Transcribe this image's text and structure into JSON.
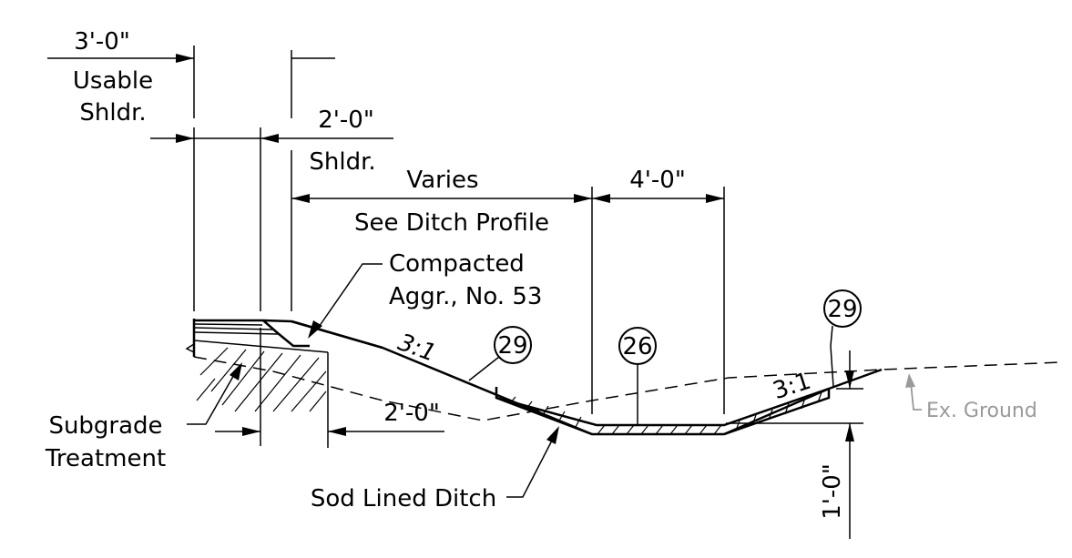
{
  "dimensions": {
    "usable_shoulder_width": "3'-0\"",
    "usable_shoulder_label_line1": "Usable",
    "usable_shoulder_label_line2": "Shldr.",
    "shoulder_width": "2'-0\"",
    "shoulder_label": "Shldr.",
    "varies": "Varies",
    "see_ditch_profile": "See Ditch Profile",
    "ditch_bottom_width": "4'-0\"",
    "subgrade_width": "2'-0\"",
    "ditch_depth": "1'-0\""
  },
  "callouts": {
    "compacted_line1": "Compacted",
    "compacted_line2": "Aggr., No. 53",
    "subgrade_line1": "Subgrade",
    "subgrade_line2": "Treatment",
    "sod_lined_ditch": "Sod Lined Ditch",
    "existing_ground": "Ex. Ground"
  },
  "slopes": {
    "foreslope": "3:1",
    "backslope": "3:1"
  },
  "pay_item_tags": {
    "foreslope_tag": "29",
    "ditch_bottom_tag": "26",
    "backslope_tag": "29"
  },
  "colors": {
    "linework": "#000000",
    "existing_ground": "#9a9a9a"
  }
}
